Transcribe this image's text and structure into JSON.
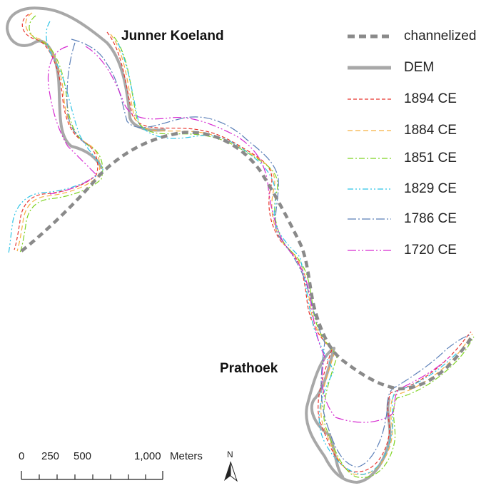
{
  "places": {
    "north": "Junner Koeland",
    "south": "Prathoek"
  },
  "legend": [
    {
      "key": "channelized",
      "label": "channelized",
      "color": "#8a8a8a",
      "style": "dash-thick"
    },
    {
      "key": "dem",
      "label": "DEM",
      "color": "#a8a8a8",
      "style": "solid-thick"
    },
    {
      "key": "y1894",
      "label": "1894 CE",
      "color": "#e8352e",
      "style": "dashed"
    },
    {
      "key": "y1884",
      "label": "1884 CE",
      "color": "#f5b041",
      "style": "dashed"
    },
    {
      "key": "y1851",
      "label": "1851 CE",
      "color": "#7ed321",
      "style": "dash-dot"
    },
    {
      "key": "y1829",
      "label": "1829 CE",
      "color": "#2ec4e6",
      "style": "dash-dot-dot"
    },
    {
      "key": "y1786",
      "label": "1786 CE",
      "color": "#5b7fb8",
      "style": "long-dash-dot"
    },
    {
      "key": "y1720",
      "label": "1720 CE",
      "color": "#d62bd1",
      "style": "long-dash-dot-dot"
    }
  ],
  "scale_bar": {
    "ticks": [
      "0",
      "250",
      "500",
      "1,000"
    ],
    "unit": "Meters"
  },
  "north_arrow": {
    "label": "N",
    "icon": "north-arrow-icon"
  }
}
